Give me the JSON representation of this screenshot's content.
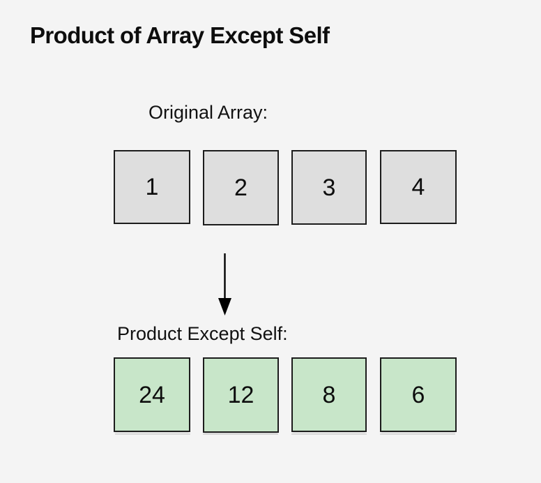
{
  "page": {
    "title": "Product of Array Except Self",
    "background_color": "#f4f4f4",
    "text_color": "#111111"
  },
  "sections": {
    "input": {
      "label": "Original Array:",
      "cell_fill": "#dedede",
      "cell_border": "#1c1c1c",
      "values": [
        "1",
        "2",
        "3",
        "4"
      ]
    },
    "output": {
      "label": "Product Except Self:",
      "cell_fill": "#c8e6c9",
      "cell_border": "#1c1c1c",
      "values": [
        "24",
        "12",
        "8",
        "6"
      ]
    }
  },
  "arrow": {
    "name": "downward-arrow",
    "direction": "down",
    "color": "#000000"
  }
}
